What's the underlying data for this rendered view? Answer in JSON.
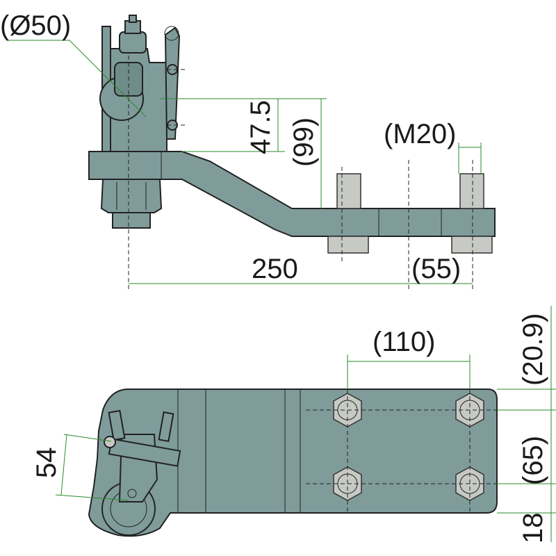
{
  "dimensions": {
    "ball_diameter": "(Ø50)",
    "height_upper": "47.5",
    "height_total": "(99)",
    "thread": "(M20)",
    "length_main": "250",
    "length_offset": "(55)",
    "hole_spacing_x": "(110)",
    "plate_offset_top": "(20.9)",
    "hole_spacing_y": "(65)",
    "plate_offset_bottom": "18",
    "pin_height": "54"
  },
  "colors": {
    "body": "#7f9c9b",
    "body_dark": "#5f7c7b",
    "nut": "#c7c9c4",
    "dimension_line": "#2a8a2a",
    "outline": "#222222"
  }
}
